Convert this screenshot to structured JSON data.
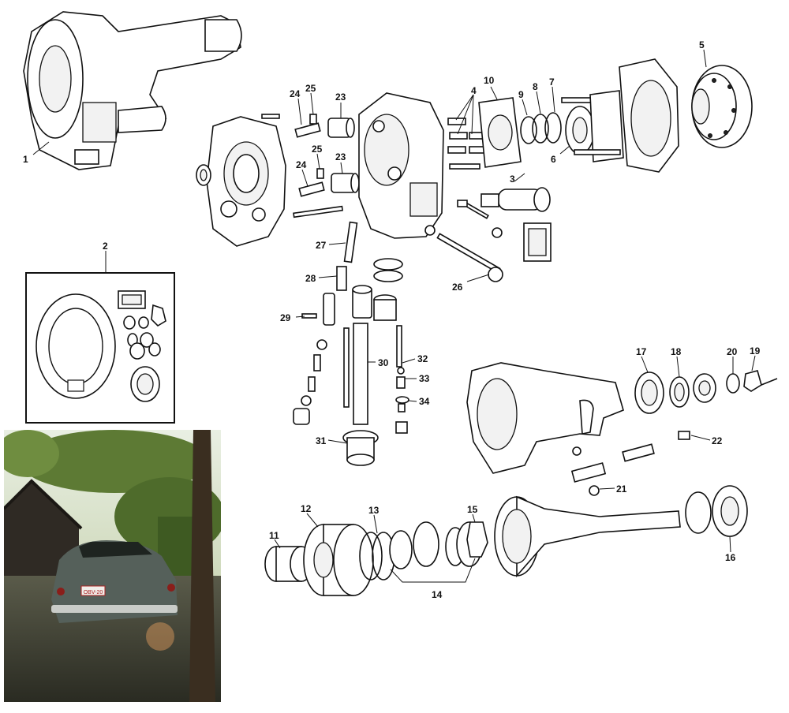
{
  "callouts": [
    {
      "id": "c1",
      "label": "1"
    },
    {
      "id": "c2",
      "label": "2"
    },
    {
      "id": "c3",
      "label": "3"
    },
    {
      "id": "c4",
      "label": "4"
    },
    {
      "id": "c5",
      "label": "5"
    },
    {
      "id": "c6",
      "label": "6"
    },
    {
      "id": "c7",
      "label": "7"
    },
    {
      "id": "c8",
      "label": "8"
    },
    {
      "id": "c9",
      "label": "9"
    },
    {
      "id": "c10",
      "label": "10"
    },
    {
      "id": "c11",
      "label": "11"
    },
    {
      "id": "c12",
      "label": "12"
    },
    {
      "id": "c13",
      "label": "13"
    },
    {
      "id": "c14",
      "label": "14"
    },
    {
      "id": "c15",
      "label": "15"
    },
    {
      "id": "c16",
      "label": "16"
    },
    {
      "id": "c17",
      "label": "17"
    },
    {
      "id": "c18",
      "label": "18"
    },
    {
      "id": "c19",
      "label": "19"
    },
    {
      "id": "c20",
      "label": "20"
    },
    {
      "id": "c21",
      "label": "21"
    },
    {
      "id": "c22",
      "label": "22"
    },
    {
      "id": "c23a",
      "label": "23"
    },
    {
      "id": "c23b",
      "label": "23"
    },
    {
      "id": "c24a",
      "label": "24"
    },
    {
      "id": "c24b",
      "label": "24"
    },
    {
      "id": "c25a",
      "label": "25"
    },
    {
      "id": "c25b",
      "label": "25"
    },
    {
      "id": "c26",
      "label": "26"
    },
    {
      "id": "c27",
      "label": "27"
    },
    {
      "id": "c28",
      "label": "28"
    },
    {
      "id": "c29",
      "label": "29"
    },
    {
      "id": "c30",
      "label": "30"
    },
    {
      "id": "c31",
      "label": "31"
    },
    {
      "id": "c32",
      "label": "32"
    },
    {
      "id": "c33",
      "label": "33"
    },
    {
      "id": "c34",
      "label": "34"
    }
  ],
  "photo": {
    "plate_text": "OBV-20"
  },
  "colors": {
    "line": "#111111",
    "background": "#ffffff"
  }
}
